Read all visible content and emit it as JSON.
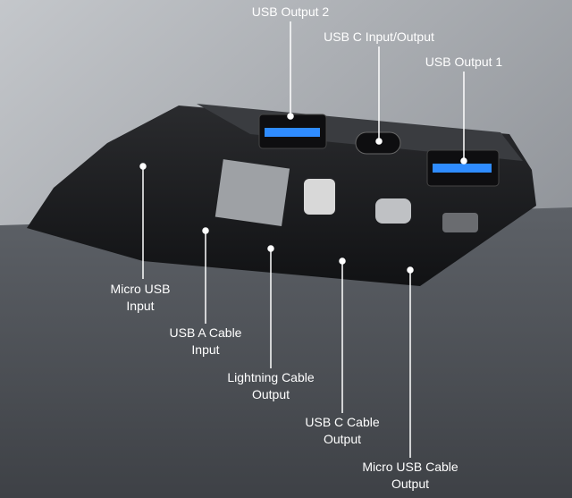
{
  "labels": {
    "usb_output_2": "USB Output 2",
    "usb_c_io": "USB C Input/Output",
    "usb_output_1": "USB Output 1",
    "micro_usb_input": [
      "Micro USB",
      "Input"
    ],
    "usb_a_cable_input": [
      "USB A Cable",
      "Input"
    ],
    "lightning_cable_output": [
      "Lightning Cable",
      "Output"
    ],
    "usb_c_cable_output": [
      "USB C Cable",
      "Output"
    ],
    "micro_usb_cable_output": [
      "Micro USB Cable",
      "Output"
    ]
  },
  "colors": {
    "accent_port": "#2f8cff",
    "callout": "#ffffff"
  }
}
